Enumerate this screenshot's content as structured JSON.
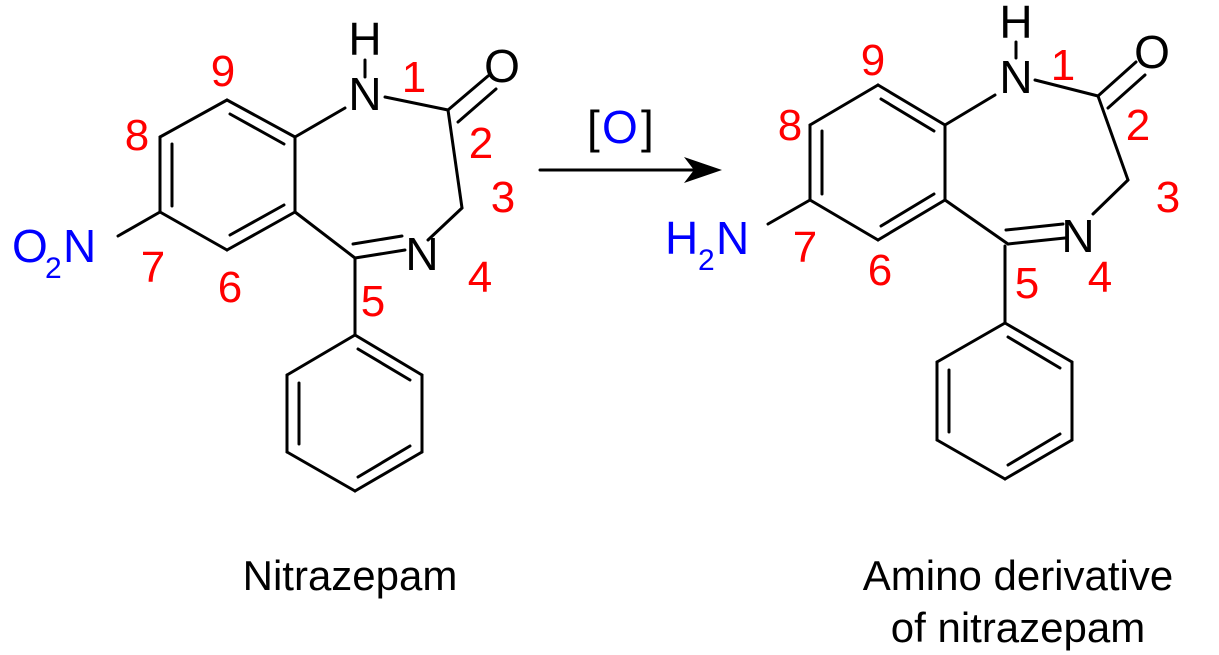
{
  "colors": {
    "bond": "#000000",
    "atom_black": "#000000",
    "heteroatom_highlight": "#0000ff",
    "numbering": "#ff0000",
    "background": "#ffffff"
  },
  "reaction": {
    "reagent_open": "[",
    "reagent_atom": "O",
    "reagent_close": "]"
  },
  "reactant": {
    "name": "Nitrazepam",
    "atoms": {
      "h": "H",
      "n1": "N",
      "o_carbonyl": "O",
      "n4": "N",
      "nitro_o": "O",
      "nitro_o_count": "2",
      "nitro_n": "N"
    },
    "numbers": [
      "1",
      "2",
      "3",
      "4",
      "5",
      "6",
      "7",
      "8",
      "9"
    ]
  },
  "product": {
    "name_line1": "Amino derivative",
    "name_line2": "of nitrazepam",
    "atoms": {
      "h": "H",
      "n1": "N",
      "o_carbonyl": "O",
      "n4": "N",
      "amino_h": "H",
      "amino_h_count": "2",
      "amino_n": "N"
    },
    "numbers": [
      "1",
      "2",
      "3",
      "4",
      "5",
      "6",
      "7",
      "8",
      "9"
    ]
  }
}
